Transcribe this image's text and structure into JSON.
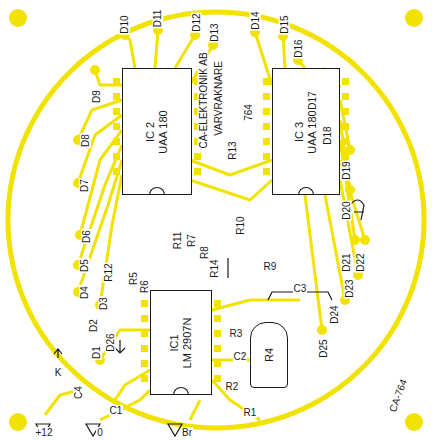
{
  "diagram": {
    "nodes": [
      {
        "text": [
          "IC 2",
          "UAA 180"
        ]
      },
      {
        "text": [
          "IC 3",
          "UAA 180"
        ]
      },
      {
        "text": [
          "IC1",
          "LM 2907N"
        ]
      },
      {
        "text": [
          "R4"
        ]
      }
    ],
    "labels": [
      "D1",
      "D2",
      "D3",
      "D4",
      "D5",
      "D6",
      "D7",
      "D8",
      "D9",
      "D10",
      "D11",
      "D12",
      "D13",
      "D14",
      "D15",
      "D16",
      "D17",
      "D18",
      "D19",
      "D20",
      "D21",
      "D22",
      "D23",
      "D24",
      "D25",
      "D26",
      "R1",
      "R2",
      "R3",
      "R5",
      "R6",
      "R7",
      "R8",
      "R9",
      "R10",
      "R11",
      "R12",
      "R13",
      "R14",
      "C1",
      "C2",
      "C3",
      "C4",
      "CA-ELEKTRONIK AB",
      "VARVRAKNARE",
      "764",
      "+12",
      "0",
      "Br",
      "CA-764",
      "K"
    ]
  }
}
